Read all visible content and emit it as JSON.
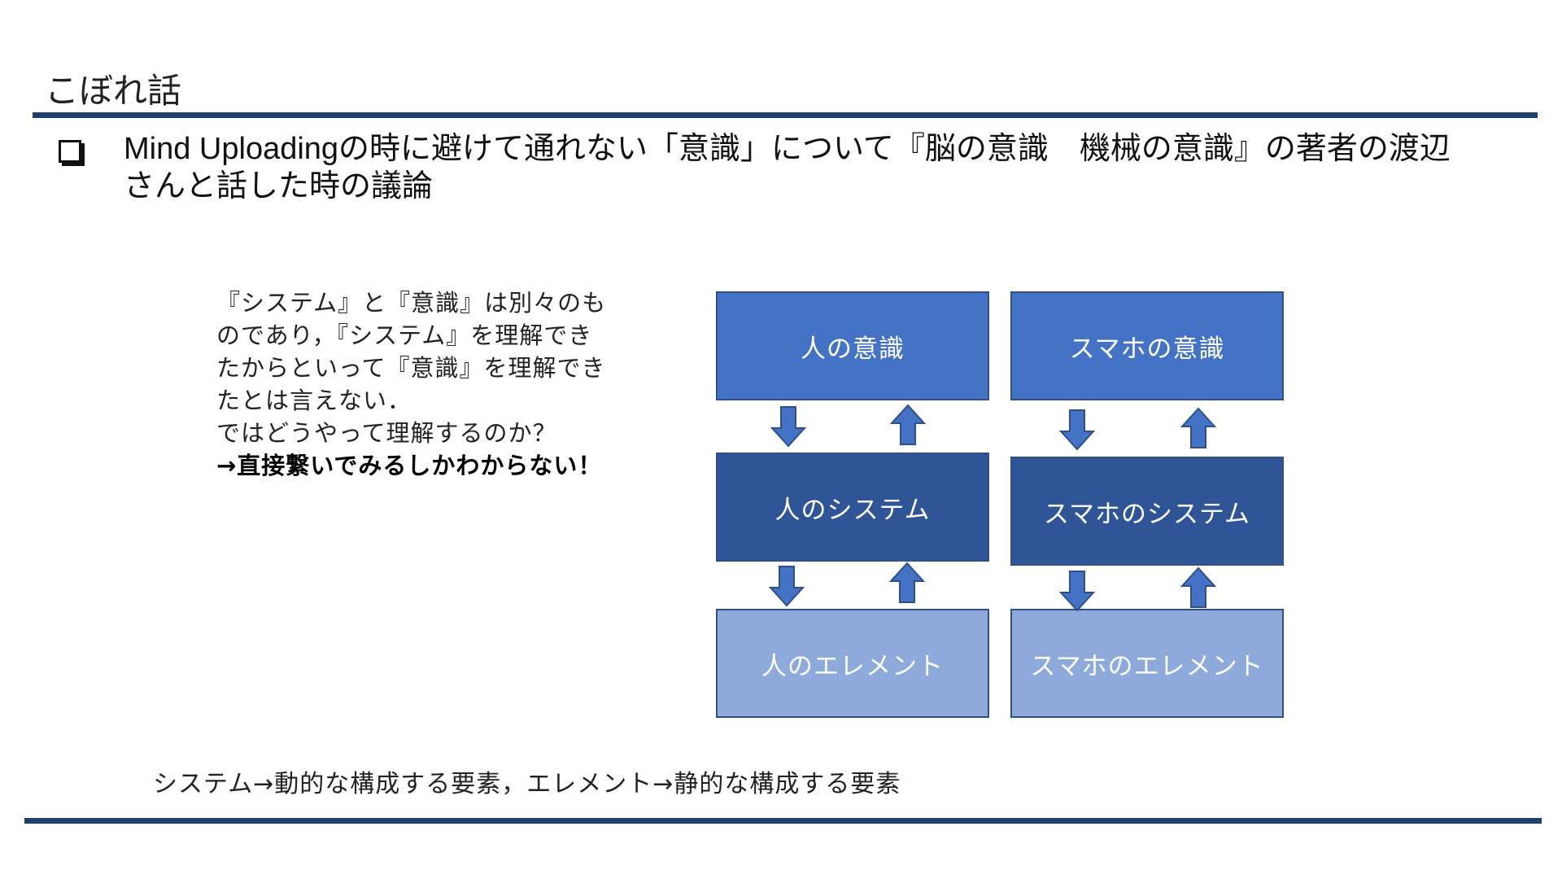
{
  "header": {
    "title": "こぼれ話"
  },
  "bullet": {
    "line1": "Mind Uploadingの時に避けて通れない「意識」について『脳の意識　機械の意識』の著者の渡辺",
    "line2": "さんと話した時の議論"
  },
  "description": {
    "lines": [
      "『システム』と『意識』は別々のも",
      "のであり，『システム』を理解でき",
      "たからといって『意識』を理解でき",
      "たとは言えない．",
      "ではどうやって理解するのか？"
    ],
    "conclusion": "→直接繋いでみるしかわからない！"
  },
  "diagram": {
    "human": {
      "consciousness": "人の意識",
      "system": "人のシステム",
      "element": "人のエレメント"
    },
    "phone": {
      "consciousness": "スマホの意識",
      "system": "スマホのシステム",
      "element": "スマホのエレメント"
    },
    "colors": {
      "consciousness": "#4472c4",
      "system": "#2f5597",
      "element": "#8eaadb",
      "rule": "#1f3f6e"
    }
  },
  "footnote": "システム→動的な構成する要素，エレメント→静的な構成する要素"
}
